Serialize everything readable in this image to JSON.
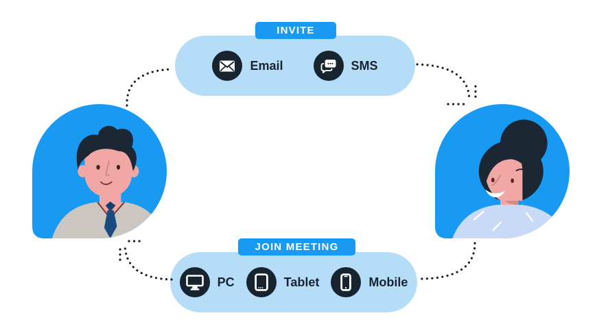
{
  "palette": {
    "accent_blue": "#189AF3",
    "pill_light_blue": "#B5DDF8",
    "dark_navy": "#172430",
    "background": "#FFFFFF"
  },
  "invite_flow": {
    "badge": "INVITE",
    "items": [
      {
        "icon": "email-icon",
        "label": "Email"
      },
      {
        "icon": "sms-icon",
        "label": "SMS"
      }
    ]
  },
  "join_flow": {
    "badge": "JOIN MEETING",
    "items": [
      {
        "icon": "pc-icon",
        "label": "PC"
      },
      {
        "icon": "tablet-icon",
        "label": "Tablet"
      },
      {
        "icon": "mobile-icon",
        "label": "Mobile"
      }
    ]
  },
  "avatars": {
    "left": "host-man",
    "right": "guest-woman"
  }
}
